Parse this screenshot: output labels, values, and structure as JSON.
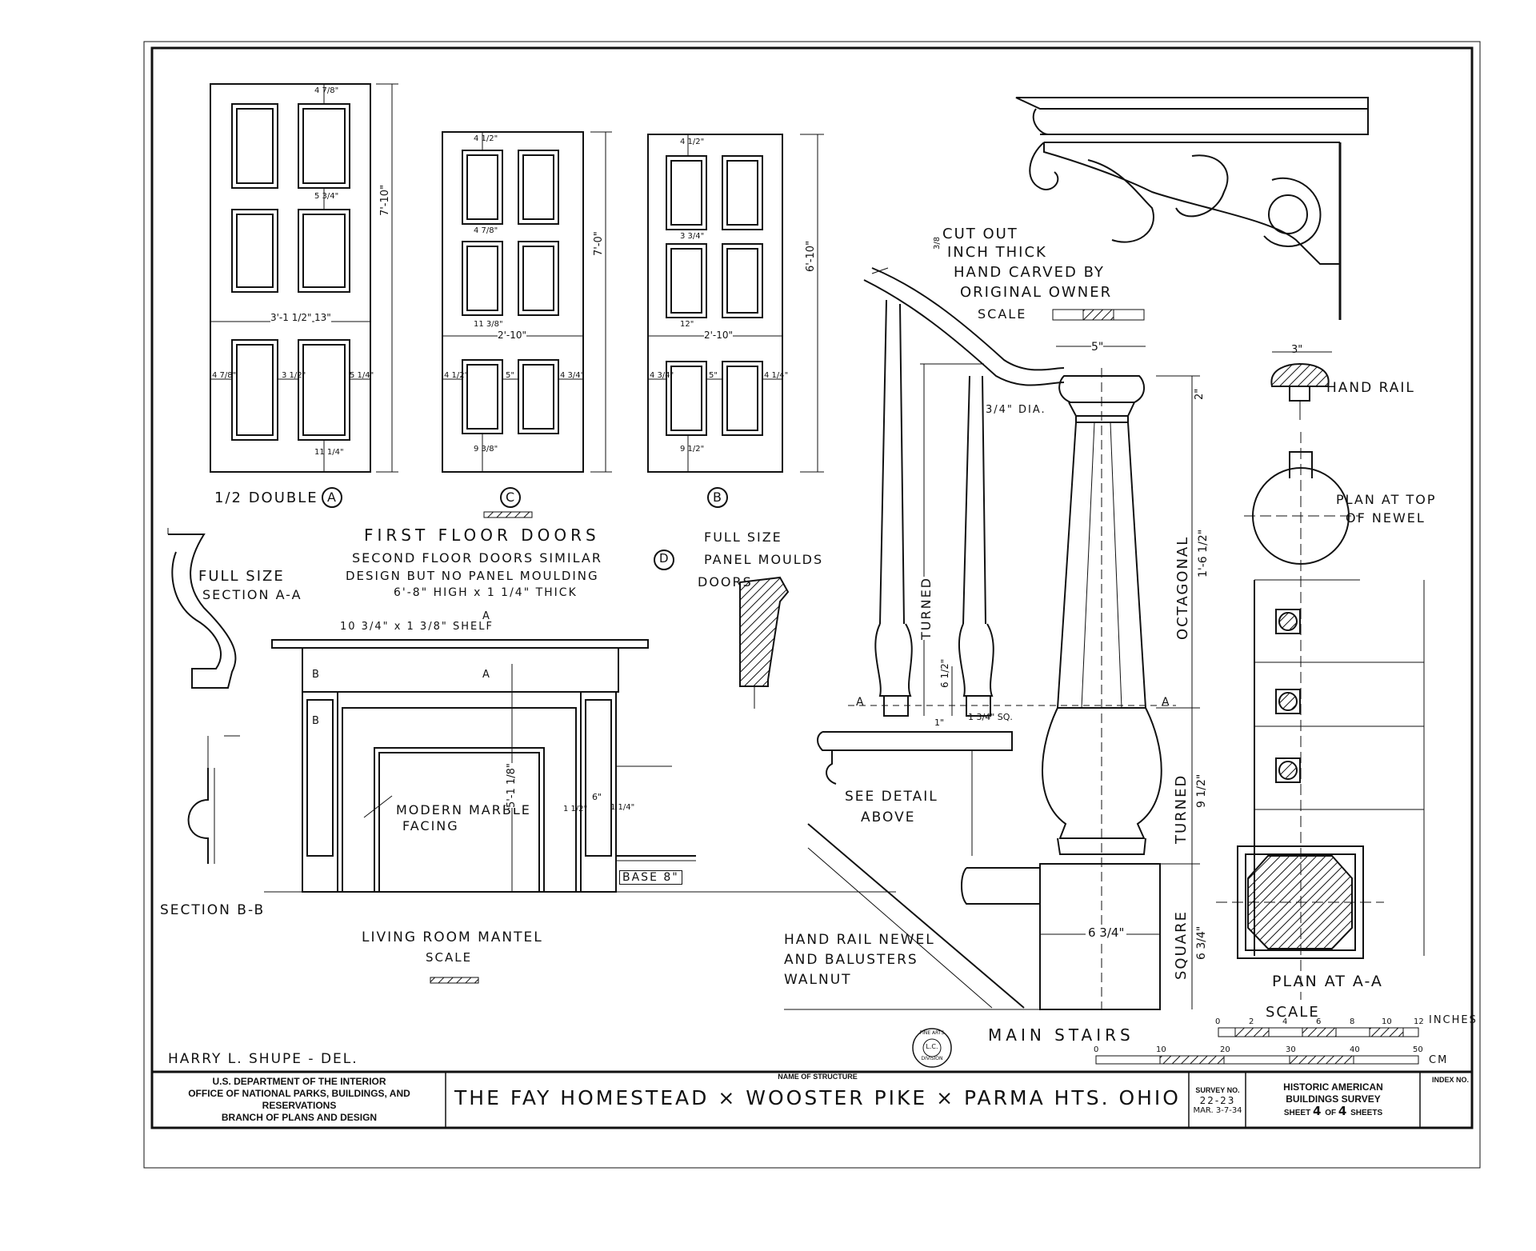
{
  "doors": {
    "door_a": {
      "label": "1/2 DOUBLE",
      "mark": "A",
      "height": "7'-10\"",
      "width": "3'-1 1/2\"",
      "mid": "13\"",
      "top": "4 7/8\"",
      "rail": "5 3/4\"",
      "side": "4 7/8\"",
      "stile": "3 1/2\"",
      "side_r": "5 1/4\"",
      "bottom": "11 1/4\""
    },
    "door_c": {
      "mark": "C",
      "height": "7'-0\"",
      "width": "2'-10\"",
      "top": "4 1/2\"",
      "rail": "4 7/8\"",
      "mid": "11 3/8\"",
      "side": "4 1/2\"",
      "stile": "5\"",
      "side_r": "4 3/4\"",
      "bottom": "9 3/8\""
    },
    "door_b": {
      "mark": "B",
      "height": "6'-10\"",
      "width": "2'-10\"",
      "top": "4 1/2\"",
      "rail": "3 3/4\"",
      "mid": "12\"",
      "side": "4 3/4\"",
      "stile": "5\"",
      "side_r": "4 1/4\"",
      "bottom": "9 1/2\""
    },
    "first_floor": "FIRST FLOOR DOORS",
    "second_floor": "SECOND FLOOR DOORS SIMILAR",
    "second_mark": "D",
    "design": "DESIGN BUT NO PANEL MOULDING",
    "size": "6'-8\" HIGH x 1 1/4\" THICK",
    "full_size": "FULL SIZE",
    "panel_moulds": "PANEL MOULDS",
    "doors_label": "DOORS"
  },
  "mantel": {
    "full_size": "FULL SIZE",
    "section_aa": "SECTION A-A",
    "shelf": "10 3/4\" x 1 3/8\" SHELF",
    "a": "A",
    "b": "B",
    "facing_1": "MODERN MARBLE",
    "facing_2": "FACING",
    "height": "5'-1 1/8\"",
    "dim_6": "6\"",
    "dim_1": "1 1/2\"",
    "dim_2": "1 1/4\"",
    "base": "BASE 8\"",
    "section_bb": "SECTION B-B",
    "title": "LIVING ROOM MANTEL",
    "scale": "SCALE"
  },
  "bracket": {
    "line1": "CUT OUT",
    "line2": "INCH THICK",
    "frac": "3/8",
    "line3": "HAND CARVED BY",
    "line4": "ORIGINAL OWNER",
    "scale": "SCALE"
  },
  "stairs": {
    "dim_5": "5\"",
    "dia": "3/4\" DIA.",
    "cap": "2\"",
    "octagonal": "OCTAGONAL",
    "oct_dim": "1'-6 1/2\"",
    "turned_bal": "TURNED",
    "bal_dim": "6 1/2\"",
    "a": "A",
    "dim_1": "1\"",
    "sq": "1 3/4\" SQ.",
    "see_detail_1": "SEE DETAIL",
    "see_detail_2": "ABOVE",
    "turned": "TURNED",
    "turned_dim": "9 1/2\"",
    "square": "SQUARE",
    "square_dim": "6 3/4\"",
    "base_w": "6 3/4\"",
    "note_1": "HAND RAIL NEWEL",
    "note_2": "AND BALUSTERS",
    "note_3": "WALNUT",
    "title": "MAIN STAIRS"
  },
  "newel": {
    "rail_w": "3\"",
    "hand_rail": "HAND RAIL",
    "plan_top_1": "PLAN AT TOP",
    "plan_top_2": "OF NEWEL",
    "plan_aa": "PLAN AT A-A"
  },
  "scale_bar": {
    "label": "SCALE",
    "inches": "INCHES",
    "cm": "CM",
    "inch_ticks": [
      "0",
      "2",
      "4",
      "6",
      "8",
      "10",
      "12"
    ],
    "cm_ticks": [
      "0",
      "10",
      "20",
      "30",
      "40",
      "50"
    ]
  },
  "stamp": {
    "top": "FINE ARTS",
    "center": "L.C.",
    "bottom": "DIVISION"
  },
  "delineator": "HARRY L. SHUPE - DEL.",
  "title_block": {
    "dept": "U.S. DEPARTMENT OF THE INTERIOR",
    "office": "OFFICE OF NATIONAL PARKS, BUILDINGS, AND RESERVATIONS",
    "branch": "BRANCH OF PLANS AND DESIGN",
    "name_label": "NAME OF STRUCTURE",
    "name": "THE FAY HOMESTEAD × WOOSTER PIKE × PARMA HTS. OHIO",
    "survey_label": "SURVEY NO.",
    "survey_no": "22-23",
    "date": "MAR. 3-7-34",
    "habs_1": "HISTORIC AMERICAN",
    "habs_2": "BUILDINGS SURVEY",
    "sheet_pre": "SHEET",
    "sheet_no": "4",
    "sheet_of": "OF",
    "sheet_total": "4",
    "sheet_post": "SHEETS",
    "index_label": "INDEX NO."
  }
}
